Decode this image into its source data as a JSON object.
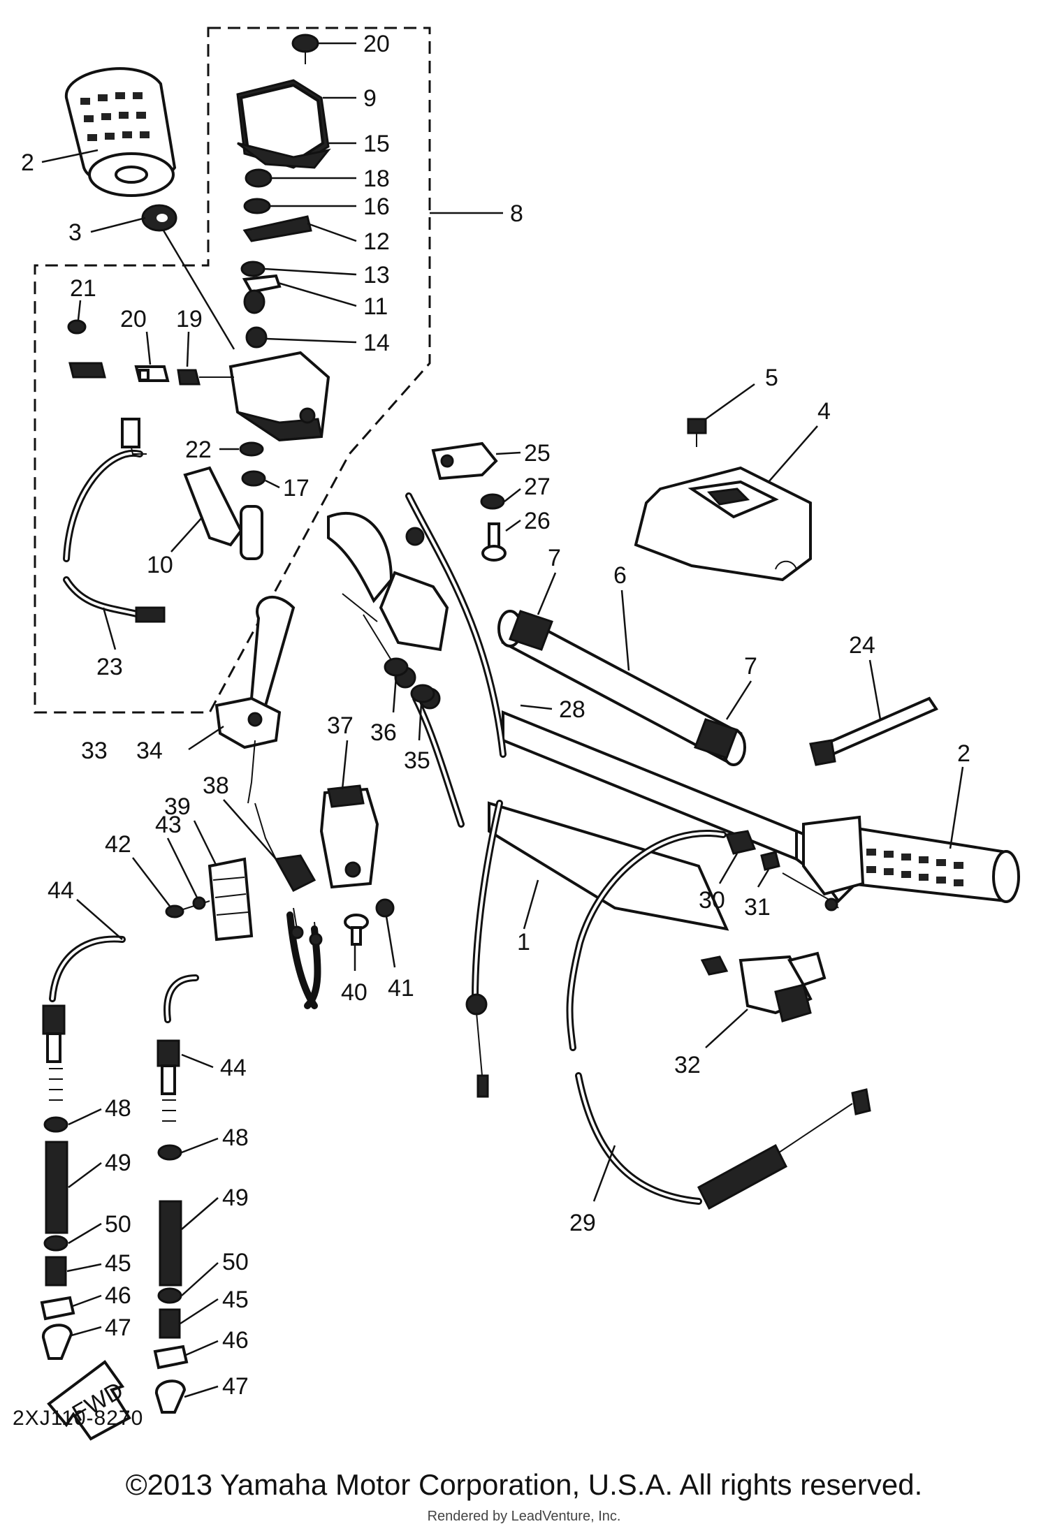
{
  "callouts": {
    "c1": "1",
    "c2a": "2",
    "c2b": "2",
    "c3": "3",
    "c4": "4",
    "c5": "5",
    "c6": "6",
    "c7a": "7",
    "c7b": "7",
    "c8": "8",
    "c9": "9",
    "c10": "10",
    "c11": "11",
    "c12": "12",
    "c13": "13",
    "c14": "14",
    "c15": "15",
    "c16": "16",
    "c17": "17",
    "c18": "18",
    "c19": "19",
    "c20a": "20",
    "c20b": "20",
    "c21": "21",
    "c22": "22",
    "c23": "23",
    "c24": "24",
    "c25": "25",
    "c26": "26",
    "c27": "27",
    "c28": "28",
    "c29": "29",
    "c30": "30",
    "c31": "31",
    "c32": "32",
    "c33": "33",
    "c34": "34",
    "c35": "35",
    "c36": "36",
    "c37": "37",
    "c38": "38",
    "c39": "39",
    "c40": "40",
    "c41": "41",
    "c42": "42",
    "c43": "43",
    "c44a": "44",
    "c44b": "44",
    "c45a": "45",
    "c45b": "45",
    "c46a": "46",
    "c46b": "46",
    "c47a": "47",
    "c47b": "47",
    "c48a": "48",
    "c48b": "48",
    "c49a": "49",
    "c49b": "49",
    "c50a": "50",
    "c50b": "50"
  },
  "fwd_arrow": "FWD",
  "diagram_code": "2XJ110-8270",
  "copyright": "©2013 Yamaha Motor Corporation, U.S.A. All rights reserved.",
  "rendered_by": "Rendered by LeadVenture, Inc."
}
